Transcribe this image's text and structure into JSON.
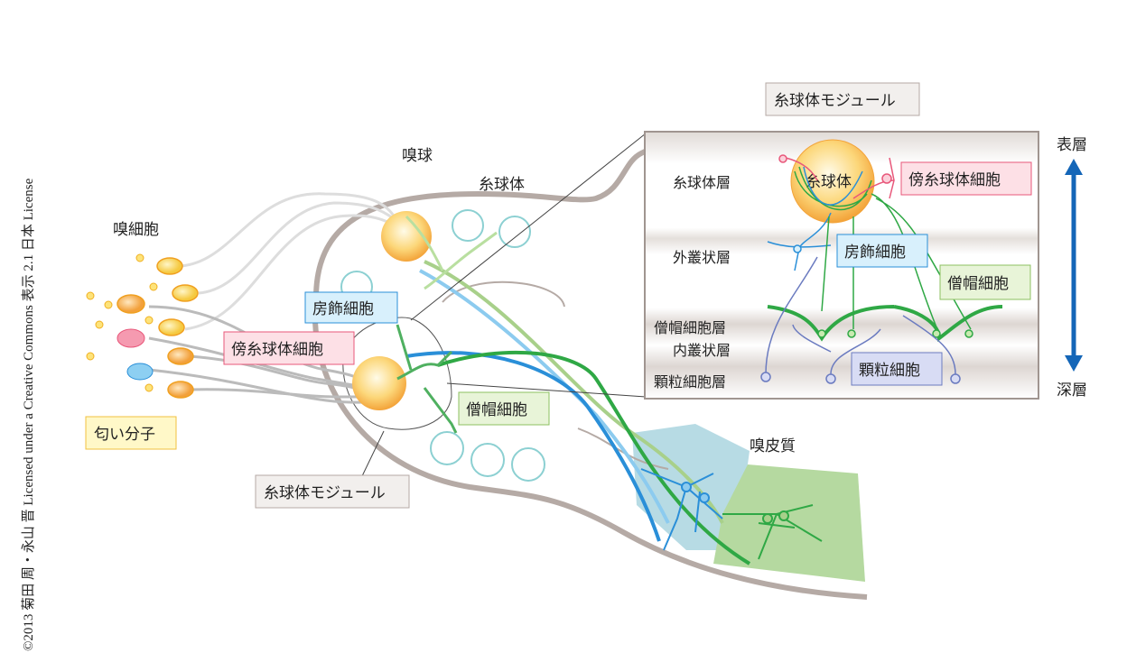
{
  "copyright": "©2013 菊田 周・永山 晋 Licensed under a Creative Commons 表示 2.1 日本 License",
  "labels": {
    "olfactory_bulb": "嗅球",
    "glomerulus": "糸球体",
    "olfactory_cells": "嗅細胞",
    "odor_molecule": "匂い分子",
    "tufted_cell": "房飾細胞",
    "periglomerular_cell": "傍糸球体細胞",
    "mitral_cell": "僧帽細胞",
    "glomerular_module": "糸球体モジュール",
    "olfactory_cortex": "嗅皮質"
  },
  "inset": {
    "title": "糸球体モジュール",
    "layers": [
      "糸球体層",
      "外叢状層",
      "僧帽細胞層",
      "内叢状層",
      "顆粒細胞層"
    ],
    "glomerulus": "糸球体",
    "periglomerular_cell": "傍糸球体細胞",
    "tufted_cell": "房飾細胞",
    "mitral_cell": "僧帽細胞",
    "granule_cell": "顆粒細胞",
    "axis_top": "表層",
    "axis_bottom": "深層"
  },
  "colors": {
    "orange": "#f6b040",
    "pink": "#e8577a",
    "blue": "#2a8fd8",
    "lightblue": "#8ccbef",
    "green": "#2fa845",
    "lightgreen": "#a8d08a",
    "purple": "#6b7bc0",
    "outline": "#b5aaa5",
    "arrow": "#1466b8"
  }
}
